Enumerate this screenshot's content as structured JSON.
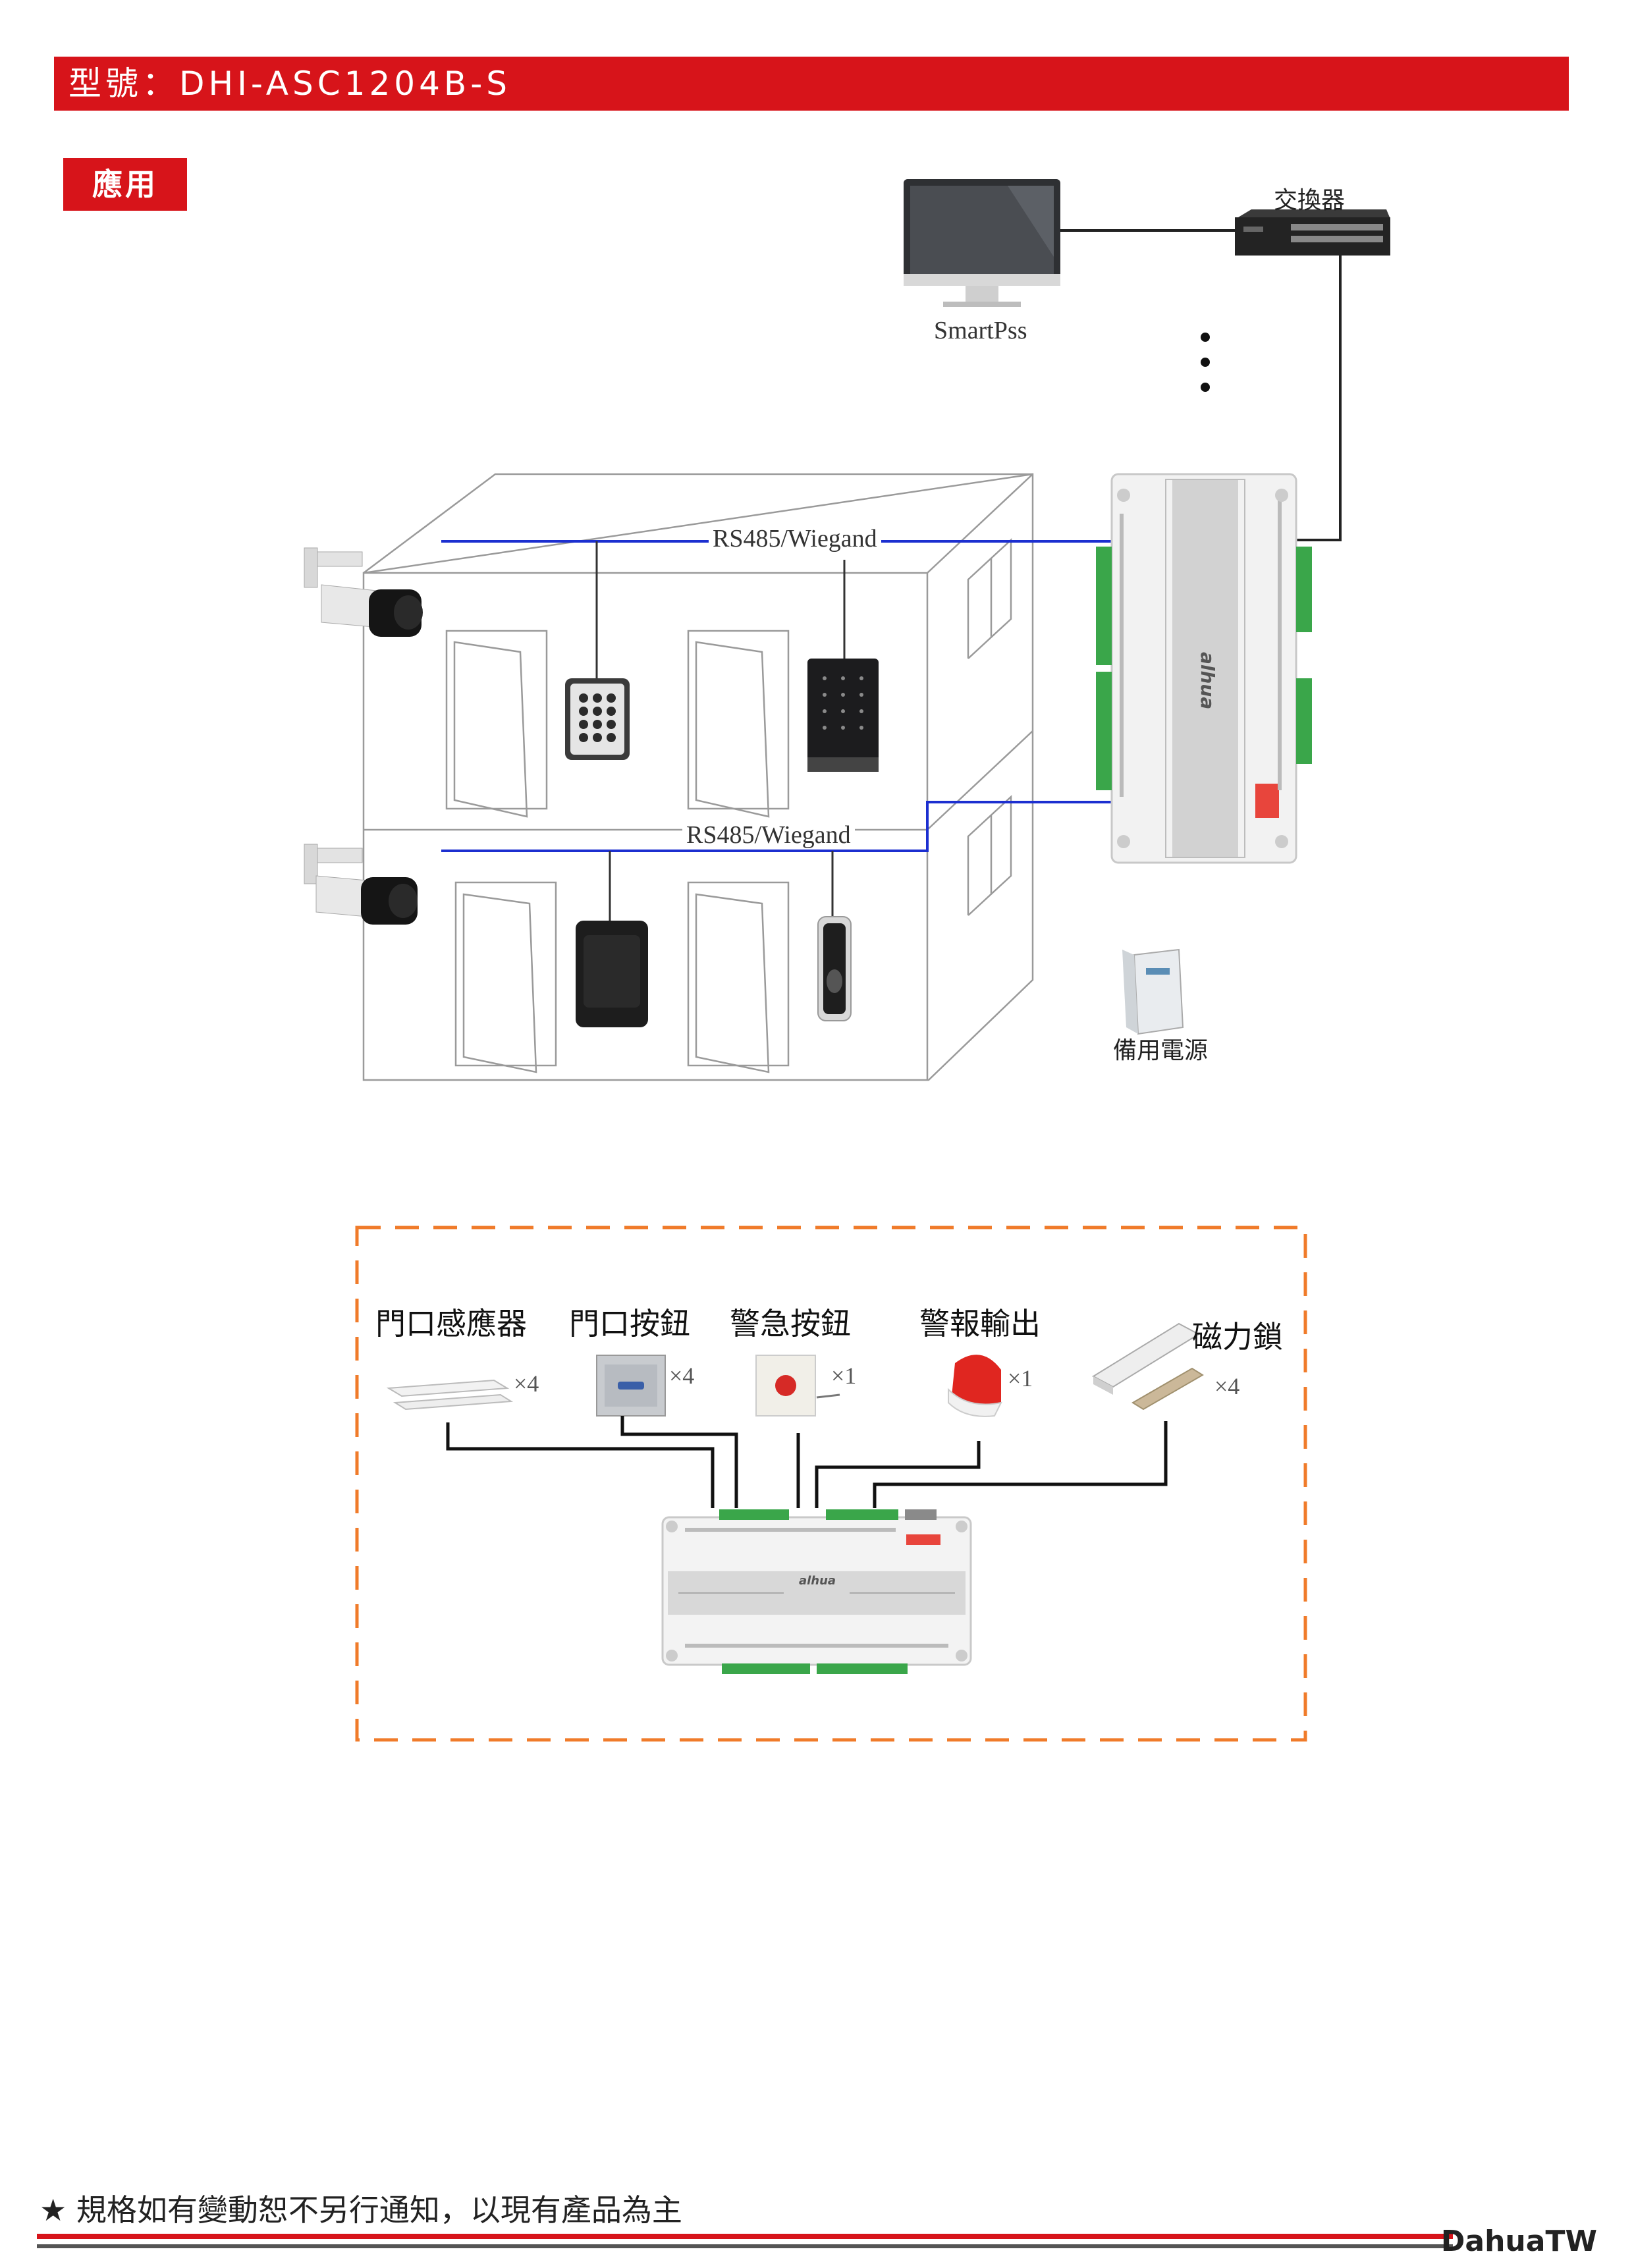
{
  "header": {
    "model_label": "型號：DHI-ASC1204B-S"
  },
  "section": {
    "application_label": "應用"
  },
  "topology": {
    "switch_label": "交換器",
    "client_label": "SmartPss",
    "bus_label_top": "RS485/Wiegand",
    "bus_label_bottom": "RS485/Wiegand",
    "power_label": "備用電源",
    "controller_logo": "alhua"
  },
  "wiring": {
    "devices": [
      {
        "name": "門口感應器",
        "qty": "×4"
      },
      {
        "name": "門口按鈕",
        "qty": "×4"
      },
      {
        "name": "警急按鈕",
        "qty": "×1"
      },
      {
        "name": "警報輸出",
        "qty": "×1"
      },
      {
        "name": "磁力鎖",
        "qty": "×4"
      }
    ],
    "controller_logo": "alhua"
  },
  "footer": {
    "note": "★ 規格如有變動恕不另行通知，以現有產品為主",
    "brand": "DahuaTW"
  },
  "colors": {
    "brand_red": "#d7141a",
    "bus_blue": "#1c2fd0",
    "dashed_orange": "#f07b2a",
    "terminal_green": "#3aa64a"
  }
}
